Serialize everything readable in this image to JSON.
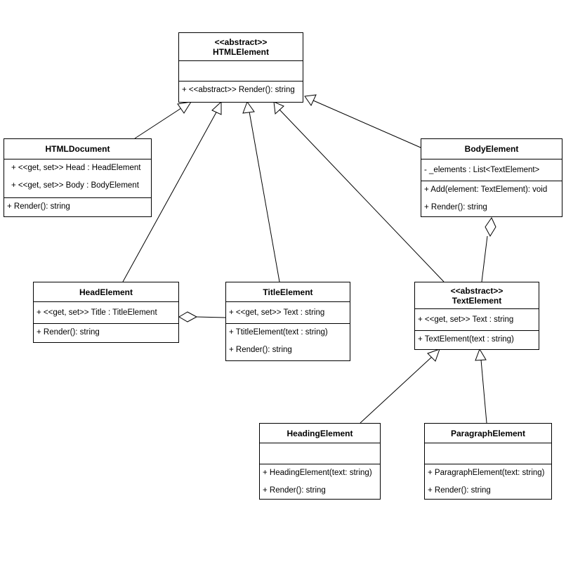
{
  "classes": {
    "html_element": {
      "stereotype": "<<abstract>>",
      "name": "HTMLElement",
      "attributes": [],
      "operations": [
        "+ <<abstract>> Render(): string"
      ]
    },
    "html_document": {
      "name": "HTMLDocument",
      "attributes": [
        "+ <<get, set>> Head : HeadElement",
        "+ <<get, set>> Body : BodyElement"
      ],
      "operations": [
        "+ Render(): string"
      ]
    },
    "body_element": {
      "name": "BodyElement",
      "attributes": [
        "- _elements : List<TextElement>"
      ],
      "operations": [
        "+ Add(element: TextElement): void",
        "+ Render(): string"
      ]
    },
    "head_element": {
      "name": "HeadElement",
      "attributes": [
        "+ <<get, set>> Title : TitleElement"
      ],
      "operations": [
        "+ Render(): string"
      ]
    },
    "title_element": {
      "name": "TitleElement",
      "attributes": [
        "+ <<get, set>> Text : string"
      ],
      "operations": [
        "+ TtitleElement(text : string)",
        "+ Render(): string"
      ]
    },
    "text_element": {
      "stereotype": "<<abstract>>",
      "name": "TextElement",
      "attributes": [
        "+ <<get, set>> Text : string"
      ],
      "operations": [
        "+ TextElement(text : string)"
      ]
    },
    "heading_element": {
      "name": "HeadingElement",
      "attributes": [],
      "operations": [
        "+ HeadingElement(text: string)",
        "+ Render(): string"
      ]
    },
    "paragraph_element": {
      "name": "ParagraphElement",
      "attributes": [],
      "operations": [
        "+ ParagraphElement(text: string)",
        "+ Render(): string"
      ]
    }
  },
  "relationships": [
    {
      "type": "generalization",
      "from": "HTMLDocument",
      "to": "HTMLElement"
    },
    {
      "type": "generalization",
      "from": "HeadElement",
      "to": "HTMLElement"
    },
    {
      "type": "generalization",
      "from": "TitleElement",
      "to": "HTMLElement"
    },
    {
      "type": "generalization",
      "from": "TextElement",
      "to": "HTMLElement"
    },
    {
      "type": "generalization",
      "from": "BodyElement",
      "to": "HTMLElement"
    },
    {
      "type": "generalization",
      "from": "HeadingElement",
      "to": "TextElement"
    },
    {
      "type": "generalization",
      "from": "ParagraphElement",
      "to": "TextElement"
    },
    {
      "type": "aggregation",
      "whole": "HeadElement",
      "part": "TitleElement"
    },
    {
      "type": "aggregation",
      "whole": "BodyElement",
      "part": "TextElement"
    }
  ]
}
